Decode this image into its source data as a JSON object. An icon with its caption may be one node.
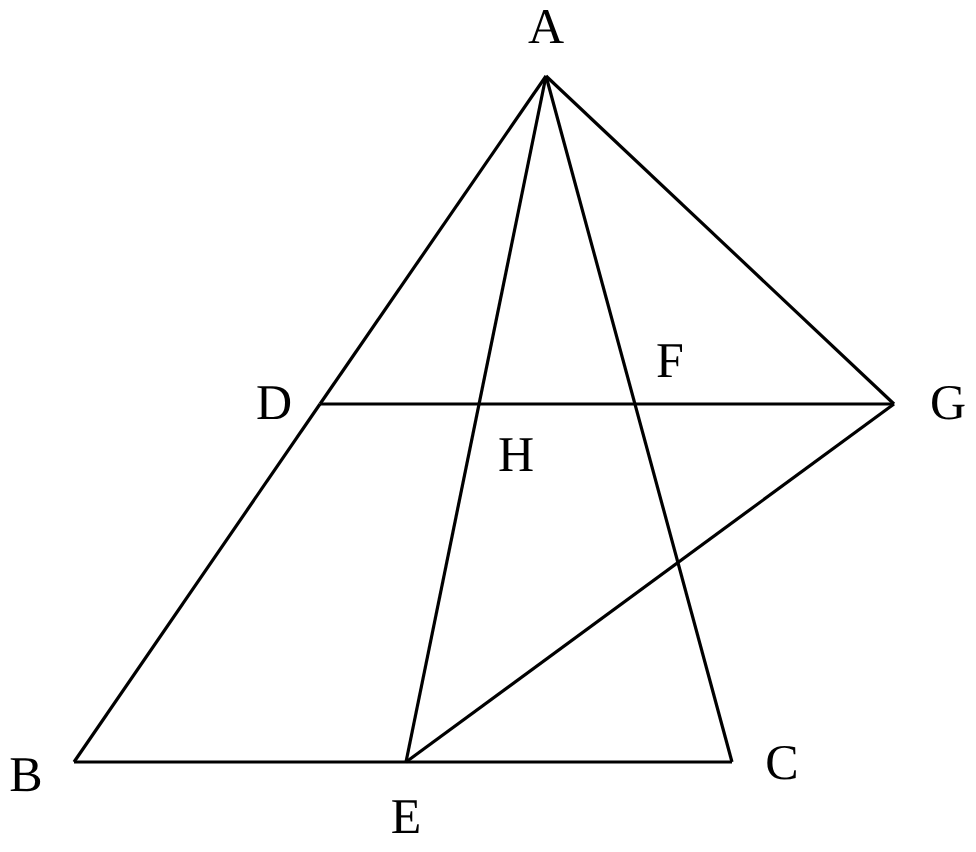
{
  "diagram": {
    "nodes": [
      {
        "text": [
          "A"
        ]
      },
      {
        "text": [
          "D"
        ]
      },
      {
        "text": [
          "G"
        ]
      },
      {
        "text": [
          "B"
        ]
      },
      {
        "text": [
          "C"
        ]
      },
      {
        "text": [
          "E"
        ]
      }
    ],
    "edges": [
      {
        "from": 0,
        "to": 1,
        "arrow": "none"
      },
      {
        "from": 1,
        "to": 3,
        "arrow": "none"
      },
      {
        "from": 0,
        "to": 5,
        "arrow": "none"
      },
      {
        "from": 0,
        "to": 4,
        "arrow": "none"
      },
      {
        "from": 0,
        "to": 2,
        "arrow": "none"
      },
      {
        "from": 1,
        "to": 2,
        "arrow": "none"
      },
      {
        "from": 3,
        "to": 5,
        "arrow": "none"
      },
      {
        "from": 5,
        "to": 4,
        "arrow": "none"
      },
      {
        "from": 5,
        "to": 2,
        "arrow": "none"
      }
    ],
    "labels": [
      "F",
      "H"
    ]
  }
}
